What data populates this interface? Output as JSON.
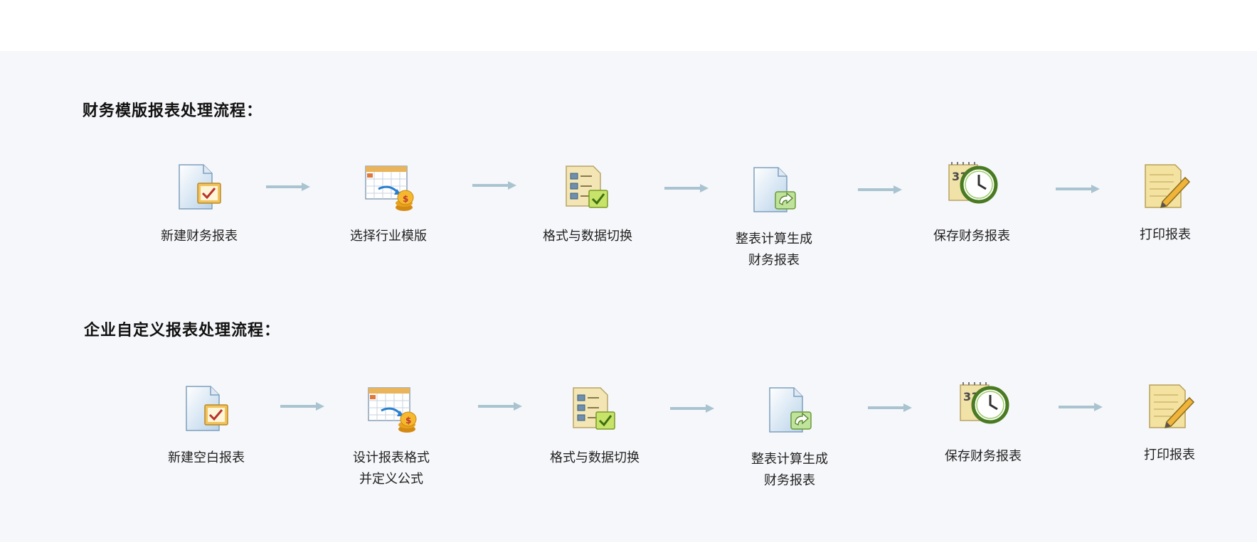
{
  "flows": [
    {
      "title": "财务模版报表处理流程：",
      "steps": [
        {
          "label": "新建财务报表",
          "label2": "",
          "icon": "document-check-icon"
        },
        {
          "label": "选择行业模版",
          "label2": "",
          "icon": "calendar-coins-icon"
        },
        {
          "label": "格式与数据切换",
          "label2": "",
          "icon": "checklist-icon"
        },
        {
          "label": "整表计算生成",
          "label2": "财务报表",
          "icon": "document-refresh-icon"
        },
        {
          "label": "保存财务报表",
          "label2": "",
          "icon": "calendar-clock-icon"
        },
        {
          "label": "打印报表",
          "label2": "",
          "icon": "notepad-pencil-icon"
        }
      ]
    },
    {
      "title": "企业自定义报表处理流程：",
      "steps": [
        {
          "label": "新建空白报表",
          "label2": "",
          "icon": "document-check-icon"
        },
        {
          "label": "设计报表格式",
          "label2": "并定义公式",
          "icon": "calendar-coins-icon"
        },
        {
          "label": "格式与数据切换",
          "label2": "",
          "icon": "checklist-icon"
        },
        {
          "label": "整表计算生成",
          "label2": "财务报表",
          "icon": "document-refresh-icon"
        },
        {
          "label": "保存财务报表",
          "label2": "",
          "icon": "calendar-clock-icon"
        },
        {
          "label": "打印报表",
          "label2": "",
          "icon": "notepad-pencil-icon"
        }
      ]
    }
  ],
  "calendar_day": "31",
  "colors": {
    "arrow": "#a9c4d0",
    "panel_bg": "#f6f7fa"
  }
}
